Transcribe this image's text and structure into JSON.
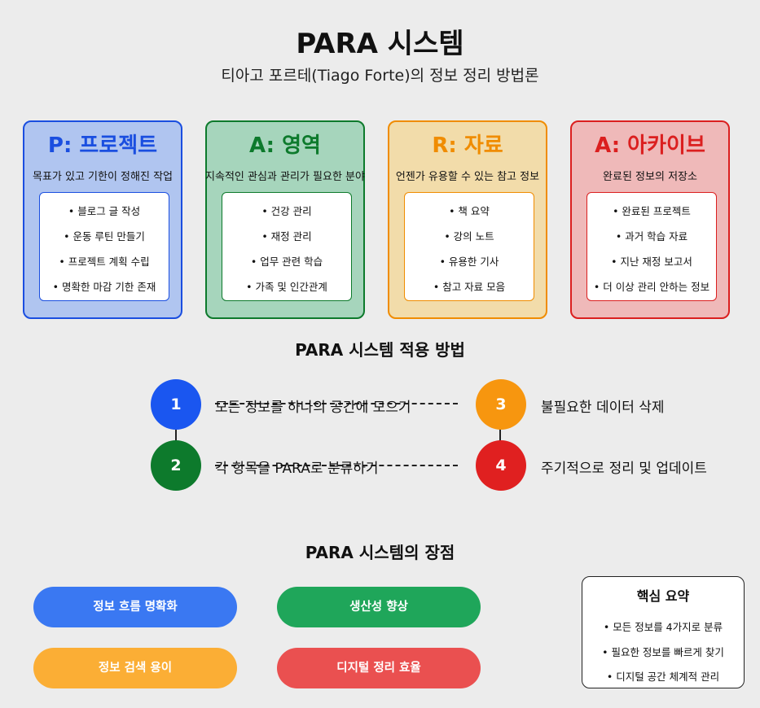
{
  "header": {
    "title": "PARA 시스템",
    "subtitle": "티아고 포르테(Tiago Forte)의 정보 정리 방법론"
  },
  "categories": [
    {
      "title": "P: 프로젝트",
      "description": "목표가 있고 기한이 정해진 작업",
      "items": [
        "• 블로그 글 작성",
        "• 운동 루틴 만들기",
        "• 프로젝트 계획 수립",
        "• 명확한 마감 기한 존재"
      ],
      "color": "#1a4ee0",
      "bg": "#b0c5f0"
    },
    {
      "title": "A: 영역",
      "description": "지속적인 관심과 관리가 필요한 분야",
      "items": [
        "• 건강 관리",
        "• 재정 관리",
        "• 업무 관련 학습",
        "• 가족 및 인간관계"
      ],
      "color": "#0d7a2c",
      "bg": "#a6d5bc"
    },
    {
      "title": "R: 자료",
      "description": "언젠가 유용할 수 있는 참고 정보",
      "items": [
        "• 책 요약",
        "• 강의 노트",
        "• 유용한 기사",
        "• 참고 자료 모음"
      ],
      "color": "#f08c00",
      "bg": "#f2dcaa"
    },
    {
      "title": "A: 아카이브",
      "description": "완료된 정보의 저장소",
      "items": [
        "• 완료된 프로젝트",
        "• 과거 학습 자료",
        "• 지난 재정 보고서",
        "• 더 이상 관리 안하는 정보"
      ],
      "color": "#db1f1f",
      "bg": "#efb9b9"
    }
  ],
  "method": {
    "title": "PARA 시스템 적용 방법",
    "steps": [
      {
        "number": "1",
        "text": "모든 정보를 하나의 공간에 모으기",
        "color": "#1a56f0"
      },
      {
        "number": "2",
        "text": "각 항목을 PARA로 분류하기",
        "color": "#0d7a2c"
      },
      {
        "number": "3",
        "text": "불필요한 데이터 삭제",
        "color": "#f7960f"
      },
      {
        "number": "4",
        "text": "주기적으로 정리 및 업데이트",
        "color": "#e02020"
      }
    ]
  },
  "benefits": {
    "title": "PARA 시스템의 장점",
    "items": [
      {
        "label": "정보 흐름 명확화",
        "color": "#3a78f2"
      },
      {
        "label": "생산성 향상",
        "color": "#1fa65a"
      },
      {
        "label": "정보 검색 용이",
        "color": "#fbae35"
      },
      {
        "label": "디지털 정리 효율",
        "color": "#ea5050"
      }
    ]
  },
  "summary": {
    "title": "핵심 요약",
    "items": [
      "• 모든 정보를 4가지로 분류",
      "• 필요한 정보를 빠르게 찾기",
      "• 디지털 공간 체계적 관리"
    ]
  }
}
